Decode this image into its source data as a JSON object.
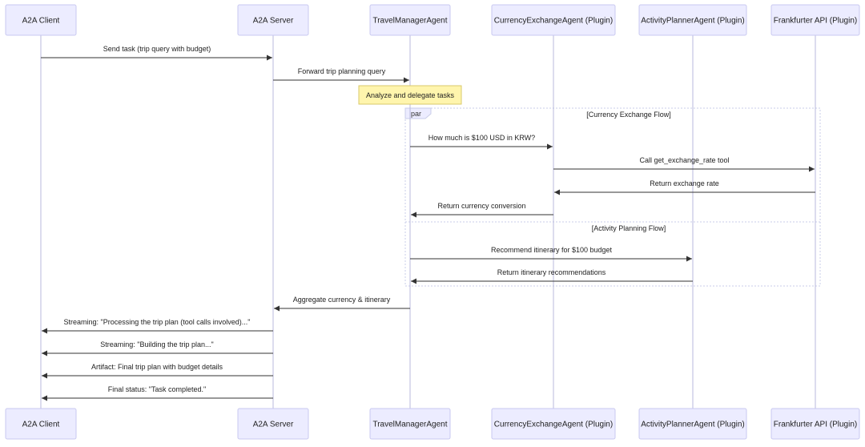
{
  "participants": [
    {
      "id": "client",
      "label": "A2A Client"
    },
    {
      "id": "server",
      "label": "A2A Server"
    },
    {
      "id": "travel",
      "label": "TravelManagerAgent"
    },
    {
      "id": "currency",
      "label": "CurrencyExchangeAgent (Plugin)"
    },
    {
      "id": "activity",
      "label": "ActivityPlannerAgent (Plugin)"
    },
    {
      "id": "frankfurter",
      "label": "Frankfurter API (Plugin)"
    }
  ],
  "note": {
    "text": "Analyze and delegate tasks"
  },
  "par_block": {
    "keyword": "par",
    "section_1": "[Currency Exchange Flow]",
    "section_2": "[Activity Planning Flow]"
  },
  "messages": [
    {
      "from": "client",
      "to": "server",
      "text": "Send task (trip query with budget)"
    },
    {
      "from": "server",
      "to": "travel",
      "text": "Forward trip planning query"
    },
    {
      "from": "travel",
      "to": "currency",
      "text": "How much is $100 USD in KRW?"
    },
    {
      "from": "currency",
      "to": "frankfurter",
      "text": "Call get_exchange_rate tool"
    },
    {
      "from": "frankfurter",
      "to": "currency",
      "text": "Return exchange rate"
    },
    {
      "from": "currency",
      "to": "travel",
      "text": "Return currency conversion"
    },
    {
      "from": "travel",
      "to": "activity",
      "text": "Recommend itinerary for $100 budget"
    },
    {
      "from": "activity",
      "to": "travel",
      "text": "Return itinerary recommendations"
    },
    {
      "from": "travel",
      "to": "server",
      "text": "Aggregate currency & itinerary"
    },
    {
      "from": "server",
      "to": "client",
      "text": "Streaming: \"Processing the trip plan (tool calls involved)...\""
    },
    {
      "from": "server",
      "to": "client",
      "text": "Streaming: \"Building the trip plan...\""
    },
    {
      "from": "server",
      "to": "client",
      "text": "Artifact: Final trip plan with budget details"
    },
    {
      "from": "server",
      "to": "client",
      "text": "Final status: \"Task completed.\""
    }
  ]
}
